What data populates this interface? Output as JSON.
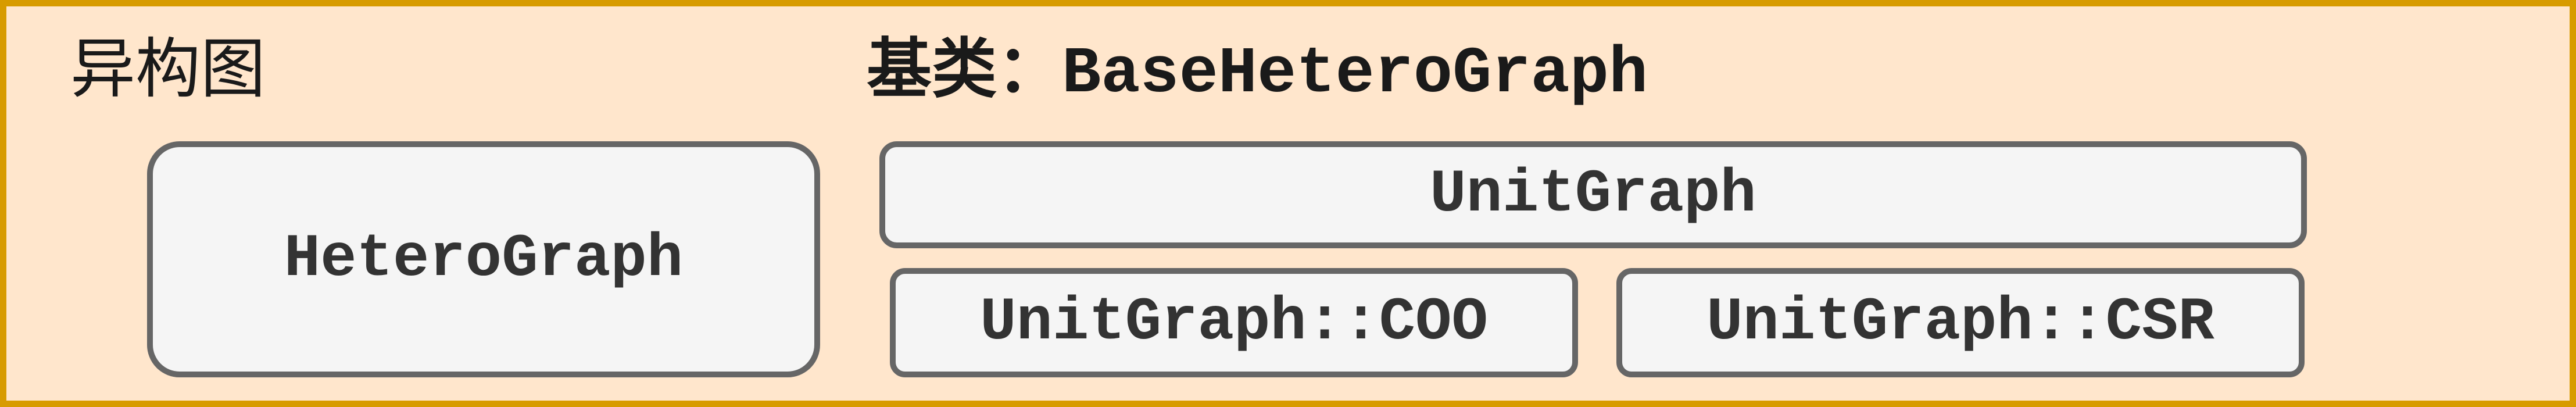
{
  "diagram": {
    "heading_left": "异构图",
    "heading_right_prefix": "基类：",
    "heading_right_code": "BaseHeteroGraph",
    "boxes": {
      "hetero_graph": "HeteroGraph",
      "unit_graph": "UnitGraph",
      "unit_graph_coo": "UnitGraph::COO",
      "unit_graph_csr": "UnitGraph::CSR"
    }
  },
  "colors": {
    "frame_fill": "#ffe6cc",
    "frame_border": "#d79b00",
    "box_fill": "#f5f5f5",
    "box_border": "#666666",
    "box_text": "#333333"
  }
}
